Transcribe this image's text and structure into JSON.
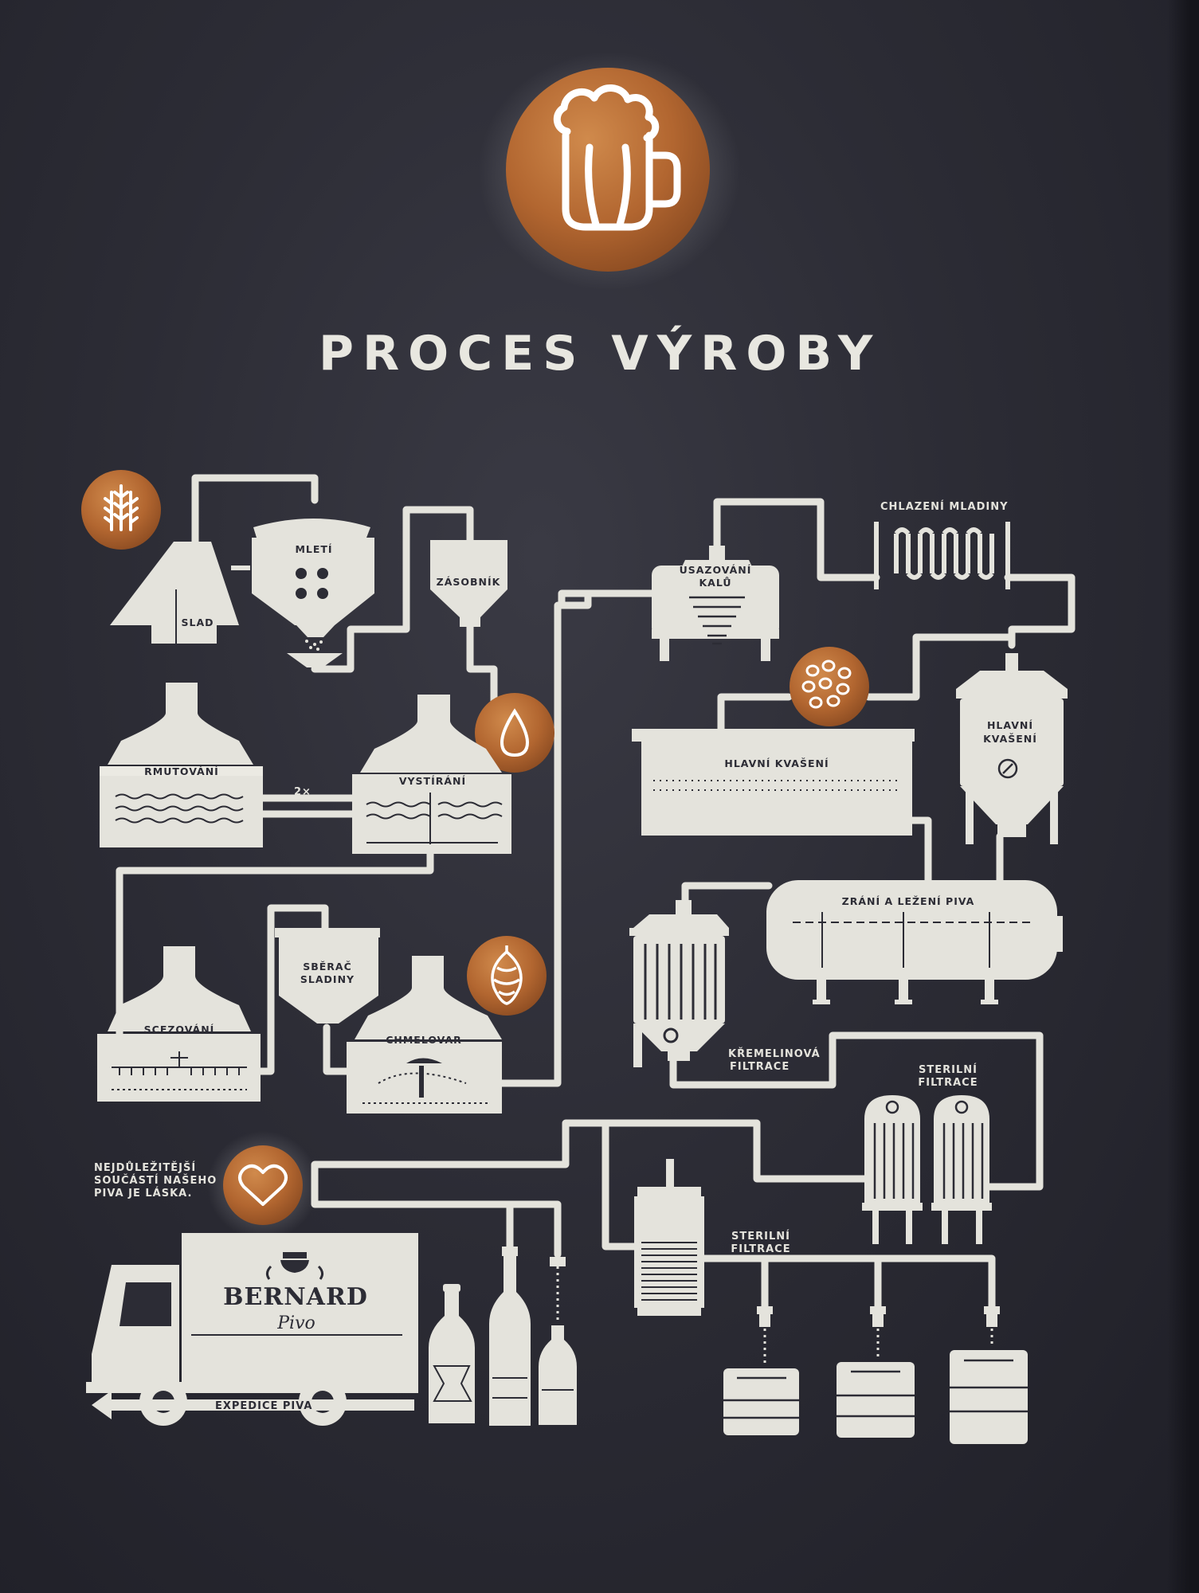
{
  "title": "PROCES VÝROBY",
  "steps": {
    "slad": "SLAD",
    "mleti": "MLETÍ",
    "zasobnik": "ZÁSOBNÍK",
    "rmutovani": "RMUTOVÁNÍ",
    "repeat": "2×",
    "vystirani": "VYSTÍRÁNÍ",
    "scezovani": "SCEZOVÁNÍ",
    "sberac_1": "SBĚRAČ",
    "sberac_2": "SLADINY",
    "chmelovar": "CHMELOVAR",
    "usazovani_1": "USAZOVÁNÍ",
    "usazovani_2": "KALŮ",
    "chlazeni": "CHLAZENÍ MLADINY",
    "hlavni_kvaseni_tank": "HLAVNÍ KVAŠENÍ",
    "hlavni_kvaseni_1": "HLAVNÍ",
    "hlavni_kvaseni_2": "KVAŠENÍ",
    "zrani": "ZRÁNÍ A LEŽENÍ PIVA",
    "kremelinova_1": "KŘEMELINOVÁ",
    "kremelinova_2": "FILTRACE",
    "sterilni_a_1": "STERILNÍ",
    "sterilni_a_2": "FILTRACE",
    "sterilni_b_1": "STERILNÍ",
    "sterilni_b_2": "FILTRACE",
    "expedice": "EXPEDICE PIVA"
  },
  "love_note": [
    "NEJDŮLEŽITĚJŠÍ",
    "SOUČÁSTÍ NAŠEHO",
    "PIVA JE LÁSKA."
  ],
  "brand": {
    "name": "BERNARD",
    "sub": "Pivo"
  },
  "colors": {
    "wall": "#2c2c35",
    "cream": "#e4e3dc",
    "copper": "#b86a32"
  },
  "icons": [
    "beer-mug-icon",
    "grain-icon",
    "water-drop-icon",
    "hop-icon",
    "yeast-icon",
    "heart-icon"
  ]
}
